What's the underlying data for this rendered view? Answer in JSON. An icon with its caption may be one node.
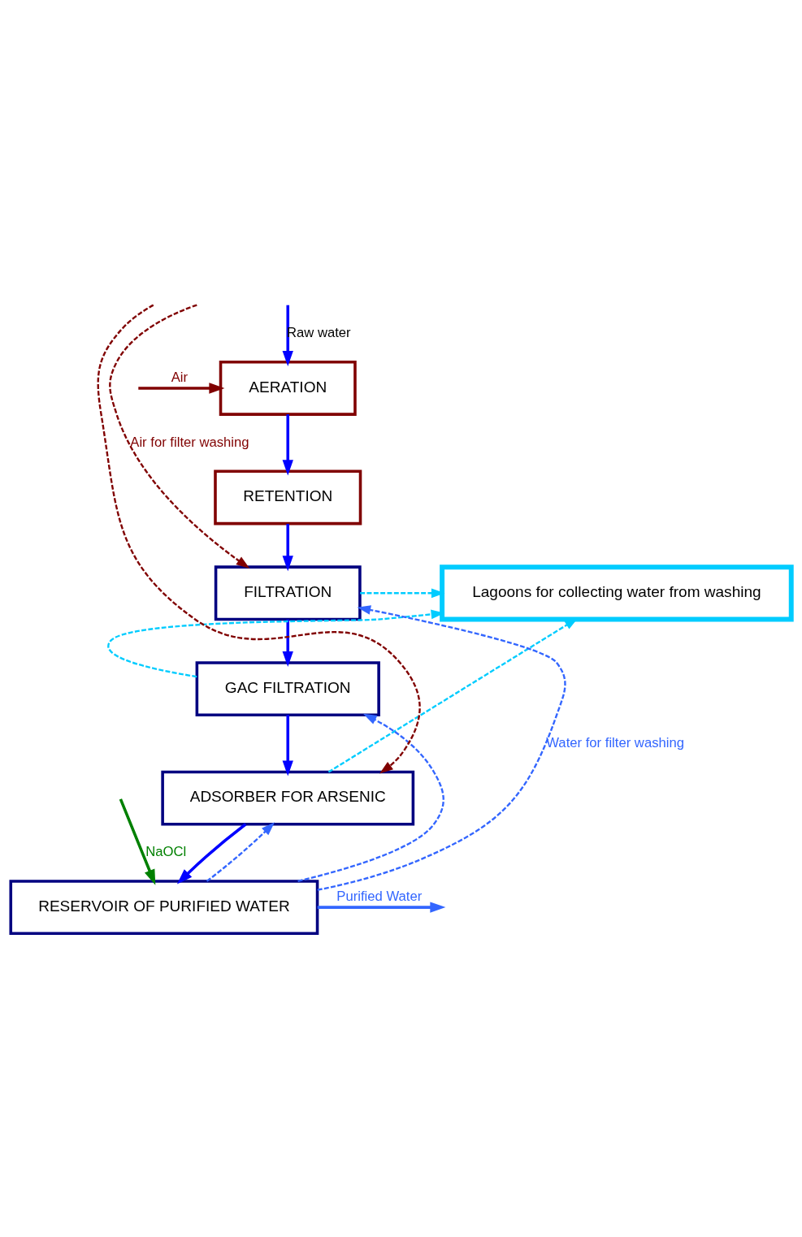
{
  "diagram": {
    "nodes": [
      {
        "text": [
          "AERATION"
        ]
      },
      {
        "text": [
          "RETENTION"
        ]
      },
      {
        "text": [
          "FILTRATION"
        ]
      },
      {
        "text": [
          "GAC FILTRATION"
        ]
      },
      {
        "text": [
          "ADSORBER FOR ARSENIC"
        ]
      },
      {
        "text": [
          "Lagoons for collecting water from washing"
        ]
      },
      {
        "text": [
          "RESERVOIR OF PURIFIED WATER"
        ]
      }
    ],
    "edges": [
      {
        "from": null,
        "to": 0,
        "arrow": "to",
        "label": "Air",
        "color": "#800000"
      },
      {
        "from": null,
        "to": 0,
        "arrow": "to",
        "label": "Raw water"
      },
      {
        "from": 0,
        "to": 1,
        "arrow": "to"
      },
      {
        "from": 1,
        "to": 2,
        "arrow": "to"
      },
      {
        "from": 2,
        "to": 3,
        "arrow": "to"
      },
      {
        "from": 3,
        "to": 4,
        "arrow": "to"
      },
      {
        "from": 4,
        "to": 6,
        "arrow": "to"
      },
      {
        "from": 6,
        "to": null,
        "arrow": "to",
        "label": "Purified Water",
        "color": "#3366ff"
      },
      {
        "from": null,
        "to": 6,
        "arrow": "to",
        "label": "NaOCl",
        "color": "#008000"
      },
      {
        "from": null,
        "to": 2,
        "arrow": "to",
        "label": "Air for filter washing",
        "style": "dashed",
        "color": "#800000"
      },
      {
        "from": null,
        "to": 4,
        "arrow": "to",
        "style": "dashed",
        "color": "#800000"
      },
      {
        "from": 6,
        "to": 2,
        "arrow": "to",
        "label": "Water for filter washing",
        "style": "dashed",
        "color": "#3366ff"
      },
      {
        "from": 6,
        "to": 3,
        "arrow": "to",
        "style": "dashed",
        "color": "#3366ff"
      },
      {
        "from": 6,
        "to": 4,
        "arrow": "to",
        "style": "dashed",
        "color": "#3366ff"
      },
      {
        "from": 2,
        "to": 5,
        "arrow": "to",
        "style": "dashed",
        "color": "#00ccff"
      },
      {
        "from": 3,
        "to": 5,
        "arrow": "to",
        "style": "dashed",
        "color": "#00ccff"
      },
      {
        "from": 4,
        "to": 5,
        "arrow": "to",
        "style": "dashed",
        "color": "#00ccff"
      }
    ]
  }
}
